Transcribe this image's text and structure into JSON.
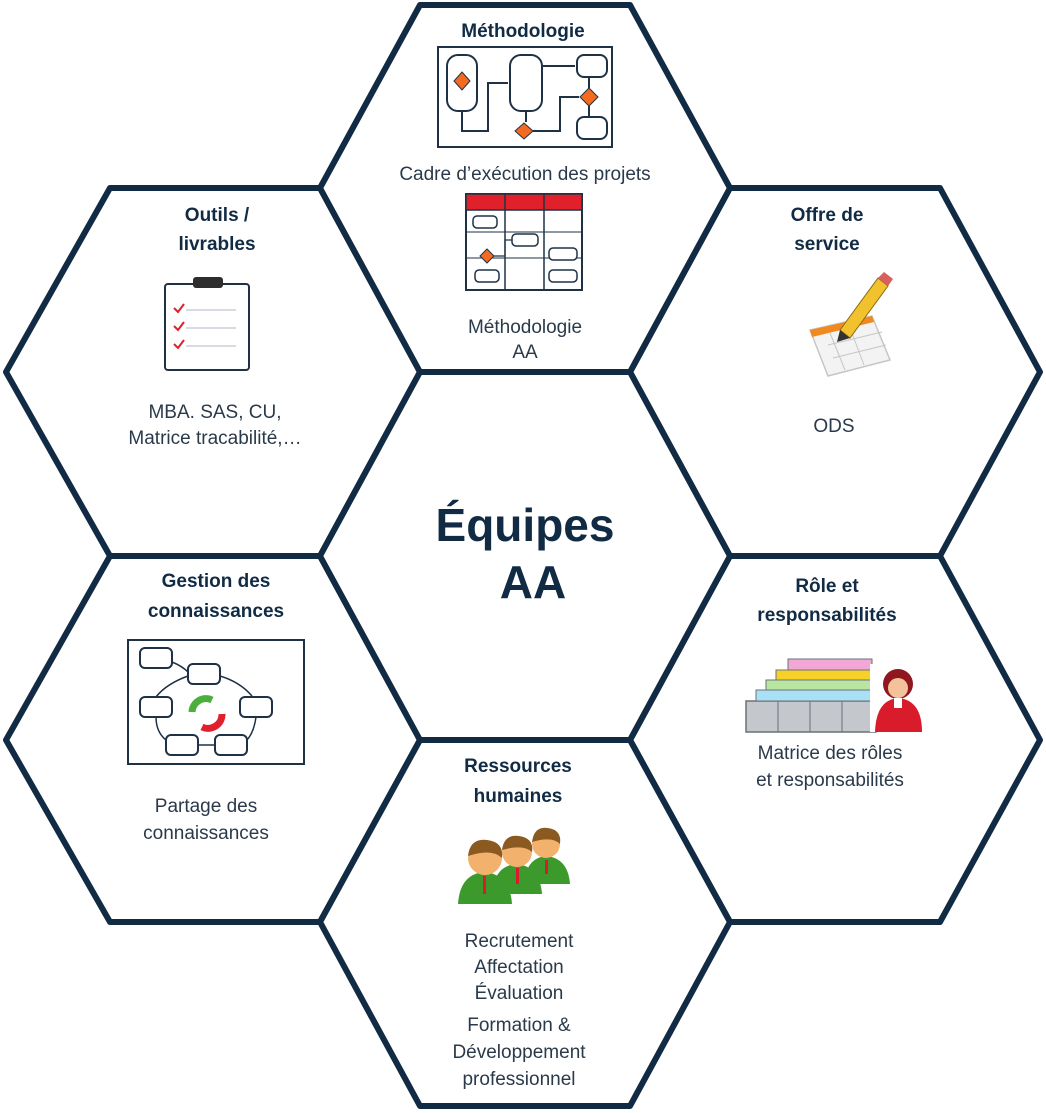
{
  "center": {
    "line1": "Équipes",
    "line2": "AA"
  },
  "methodologie": {
    "title": "Méthodologie",
    "caption1": "Cadre d’exécution des projets",
    "caption2_line1": "Méthodologie",
    "caption2_line2": "AA"
  },
  "outils": {
    "title_line1": "Outils /",
    "title_line2": "livrables",
    "text_line1": "MBA. SAS, CU,",
    "text_line2": "Matrice tracabilité,…"
  },
  "offre": {
    "title_line1": "Offre de",
    "title_line2": "service",
    "text": "ODS"
  },
  "gestion": {
    "title_line1": "Gestion des",
    "title_line2": "connaissances",
    "text_line1": "Partage des",
    "text_line2": "connaissances"
  },
  "role": {
    "title_line1": "Rôle et",
    "title_line2": "responsabilités",
    "text_line1": "Matrice des rôles",
    "text_line2": "et responsabilités"
  },
  "ressources": {
    "title_line1": "Ressources",
    "title_line2": "humaines",
    "items": [
      "Recrutement",
      "Affectation",
      "Évaluation",
      "Formation &",
      "Développement",
      "professionnel"
    ]
  },
  "colors": {
    "hex_stroke": "#112b44",
    "accent_orange": "#f26b21",
    "header_red": "#e0202a"
  }
}
